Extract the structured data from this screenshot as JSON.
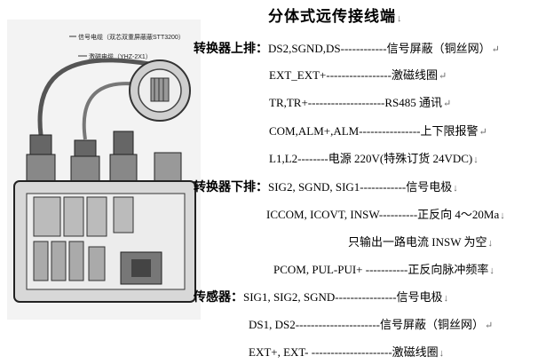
{
  "title": "分体式远传接线端",
  "paragraph_mark": "↓",
  "return_mark": "↵",
  "figure": {
    "cable_label_1": "信号电缆（双芯双重屏蔽蔽STT3200）",
    "cable_label_2": "激磁电缆（YHZ-2X1）"
  },
  "sections": [
    {
      "heading": "转换器上排：",
      "lines": [
        "DS2,SGND,DS------------信号屏蔽（铜丝网）",
        "EXT_EXT+-----------------激磁线圈",
        "TR,TR+--------------------RS485 通讯",
        "COM,ALM+,ALM----------------上下限报警",
        "L1,L2--------电源 220V(特殊订货 24VDC)"
      ]
    },
    {
      "heading": "转换器下排：",
      "lines": [
        "SIG2, SGND, SIG1------------信号电极",
        "ICCOM, ICOVT, INSW----------正反向 4～20Ma",
        "只输出一路电流 INSW 为空",
        "PCOM, PUL-PUI+ -----------正反向脉冲频率"
      ]
    },
    {
      "heading": "传感器：",
      "lines": [
        "SIG1, SIG2, SGND----------------信号电极",
        "DS1, DS2----------------------信号屏蔽（铜丝网）",
        "EXT+, EXT-  ---------------------激磁线圈"
      ]
    }
  ]
}
